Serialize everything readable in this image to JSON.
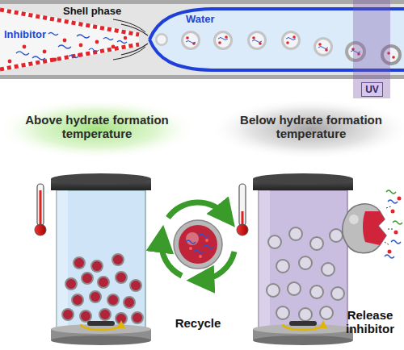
{
  "diagram": {
    "nodes": [
      {
        "text": [
          "UV"
        ]
      }
    ],
    "labels": [
      "Shell phase",
      "Inhibitor",
      "Water",
      "Above hydrate formation temperature",
      "Below hydrate formation temperature",
      "Recycle",
      "Release inhibitor"
    ]
  }
}
